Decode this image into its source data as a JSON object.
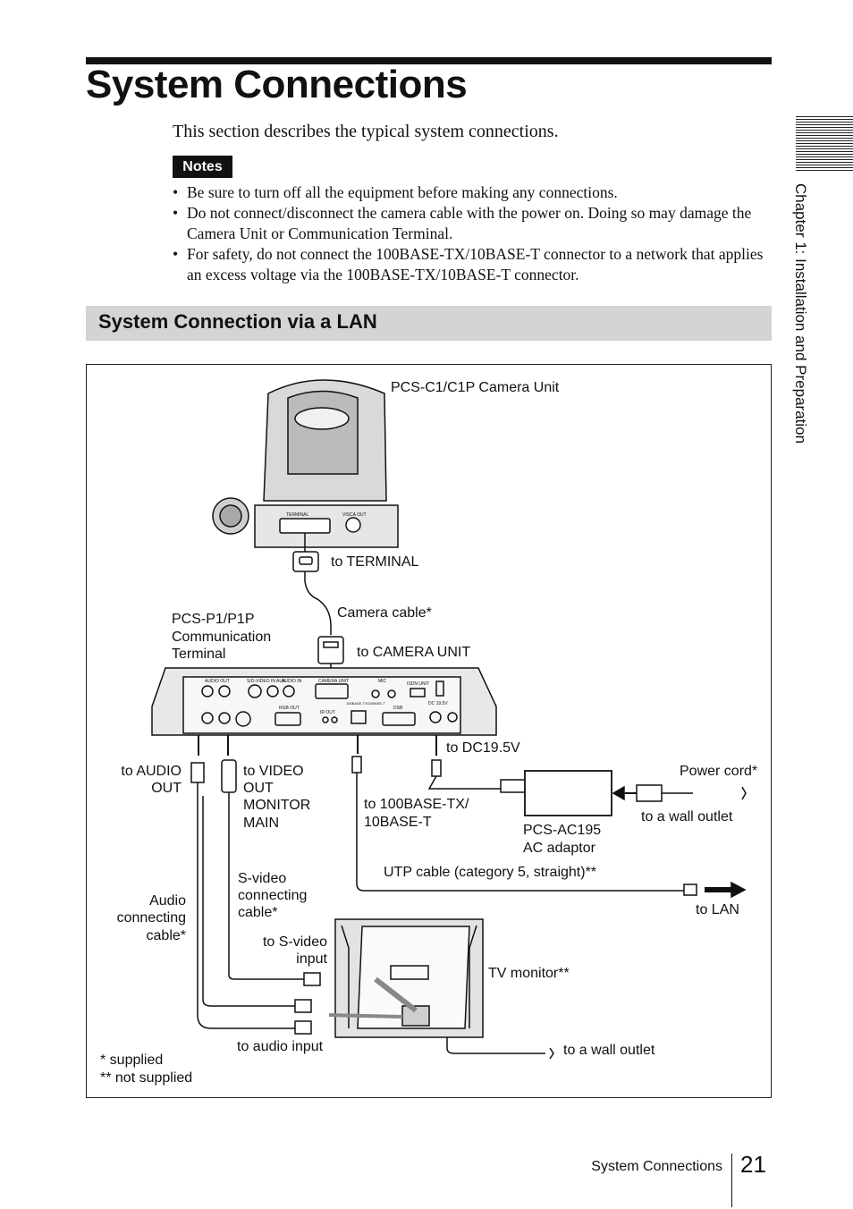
{
  "page": {
    "title": "System Connections",
    "intro": "This section describes the typical system connections.",
    "notes_label": "Notes",
    "notes": [
      "Be sure to turn off all the equipment before making any connections.",
      "Do not connect/disconnect the camera cable with the power on. Doing so may damage the Camera Unit or Communication Terminal.",
      "For safety, do not connect the 100BASE-TX/10BASE-T connector to a network that applies an excess voltage via the 100BASE-TX/10BASE-T connector."
    ],
    "section_title": "System Connection via a LAN"
  },
  "diagram": {
    "camera_unit": "PCS-C1/C1P Camera Unit",
    "to_terminal": "to TERMINAL",
    "camera_cable": "Camera cable*",
    "terminal_line1": "PCS-P1/P1P",
    "terminal_line2": "Communication",
    "terminal_line3": "Terminal",
    "to_camera_unit": "to CAMERA UNIT",
    "to_dc": "to DC19.5V",
    "to_audio_out_line1": "to AUDIO",
    "to_audio_out_line2": "OUT",
    "to_video_out_line1": "to VIDEO",
    "to_video_out_line2": "OUT",
    "to_video_out_line3": "MONITOR",
    "to_video_out_line4": "MAIN",
    "to_lan_port_line1": "to 100BASE-TX/",
    "to_lan_port_line2": "10BASE-T",
    "adaptor_line1": "PCS-AC195",
    "adaptor_line2": "AC adaptor",
    "power_cord": "Power cord*",
    "to_wall_outlet_1": "to a wall outlet",
    "utp_cable": "UTP cable (category 5, straight)**",
    "to_lan": "to LAN",
    "svideo_cable_line1": "S-video",
    "svideo_cable_line2": "connecting",
    "svideo_cable_line3": "cable*",
    "audio_cable_line1": "Audio",
    "audio_cable_line2": "connecting",
    "audio_cable_line3": "cable*",
    "to_svideo_input_line1": "to S-video",
    "to_svideo_input_line2": "input",
    "tv_monitor": "TV monitor**",
    "to_audio_input": "to audio input",
    "to_wall_outlet_2": "to a wall outlet",
    "legend_supplied": "*  supplied",
    "legend_not_supplied": "** not supplied",
    "port_audio_out": "AUDIO OUT",
    "port_video_in": "S/D-VIDEO IN AUX",
    "port_audio_in": "AUDIO IN",
    "port_camera_unit": "CAMERA UNIT",
    "port_mic": "MIC",
    "port_isdn": "ISDN UNIT",
    "port_rgb_out": "RGB OUT",
    "port_ir_out": "IR OUT",
    "port_lan": "100BASE-TX/10BASE-T",
    "port_dsb": "DSB",
    "port_dc": "DC 19.5V",
    "port_terminal": "TERMINAL",
    "port_visca_out": "VISCA OUT"
  },
  "sidebar": {
    "chapter": "Chapter 1: Installation and Preparation"
  },
  "footer": {
    "section": "System Connections",
    "page_number": "21"
  }
}
